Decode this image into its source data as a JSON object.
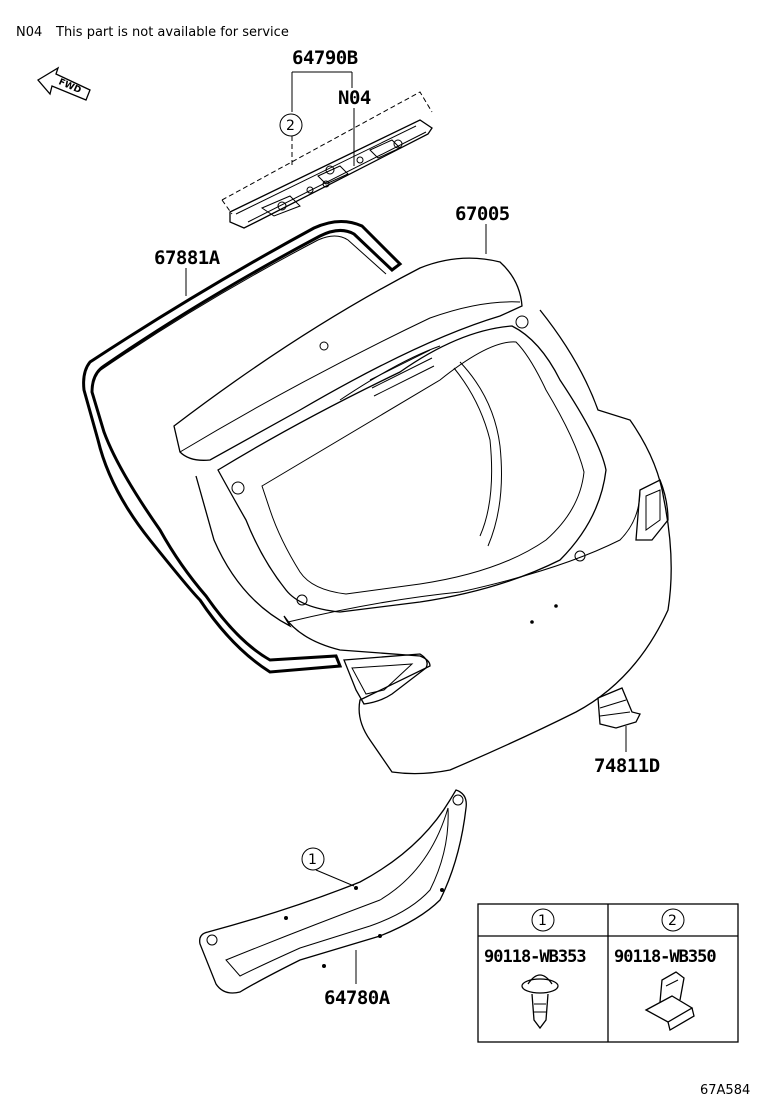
{
  "note": {
    "code": "N04",
    "text": "This part is not available for service"
  },
  "fwd_label": "FWD",
  "callouts": {
    "retainer_bracket": "64790B",
    "not_serviceable": "N04",
    "back_door_panel": "67005",
    "weatherstrip": "67881A",
    "bumper_cushion": "74811D",
    "trim_board": "64780A",
    "clip_1_marker": "1",
    "clip_2_marker": "2"
  },
  "fastener_table": {
    "columns": [
      {
        "marker": "1",
        "part_number": "90118-WB353"
      },
      {
        "marker": "2",
        "part_number": "90118-WB350"
      }
    ]
  },
  "illustration_code": "67A584"
}
